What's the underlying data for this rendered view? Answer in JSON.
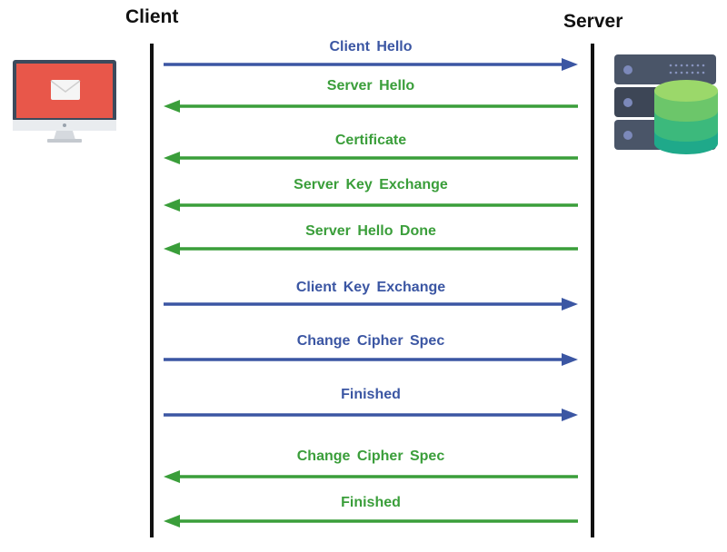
{
  "participants": {
    "client": "Client",
    "server": "Server"
  },
  "colors": {
    "client_to_server": "#3b56a3",
    "server_to_client": "#3a9e3a"
  },
  "icons": {
    "client": "desktop-monitor-mail-icon",
    "server": "server-rack-database-icon"
  },
  "messages": [
    {
      "label": "Client Hello",
      "direction": "client-to-server"
    },
    {
      "label": "Server Hello",
      "direction": "server-to-client"
    },
    {
      "label": "Certificate",
      "direction": "server-to-client"
    },
    {
      "label": "Server Key Exchange",
      "direction": "server-to-client"
    },
    {
      "label": "Server Hello Done",
      "direction": "server-to-client"
    },
    {
      "label": "Client Key Exchange",
      "direction": "client-to-server"
    },
    {
      "label": "Change Cipher Spec",
      "direction": "client-to-server"
    },
    {
      "label": "Finished",
      "direction": "client-to-server"
    },
    {
      "label": "Change Cipher Spec",
      "direction": "server-to-client"
    },
    {
      "label": "Finished",
      "direction": "server-to-client"
    }
  ]
}
